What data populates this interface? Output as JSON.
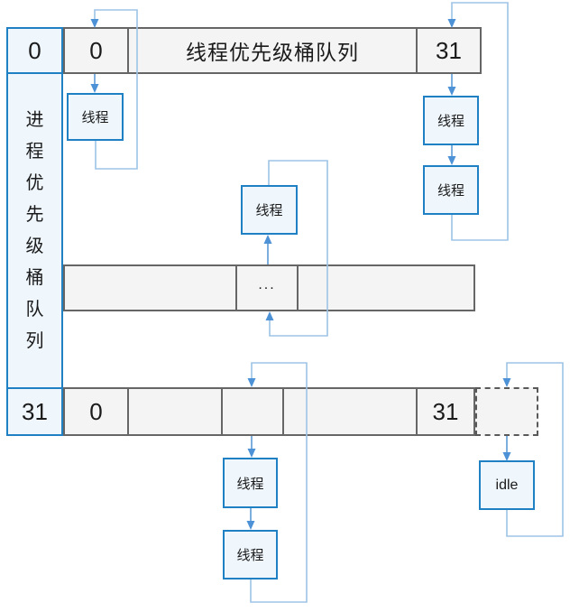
{
  "left_column": {
    "top_cell": "0",
    "label": "进程优先级桶队列",
    "bottom_cell": "31"
  },
  "top_bar": {
    "cell_0": "0",
    "title": "线程优先级桶队列",
    "cell_31": "31"
  },
  "middle_bar": {
    "ellipsis": "..."
  },
  "bottom_bar": {
    "cell_0": "0",
    "cell_31": "31"
  },
  "labels": {
    "thread": "线程",
    "idle": "idle"
  },
  "colors": {
    "bar_border": "#666666",
    "bar_fill": "#f4f4f4",
    "blue_border": "#1f80c4",
    "blue_fill": "#eff7fd",
    "loop_line": "#9dc3e6",
    "arrow_line": "#5b9bd5",
    "arrowhead": "#4d92d6"
  }
}
